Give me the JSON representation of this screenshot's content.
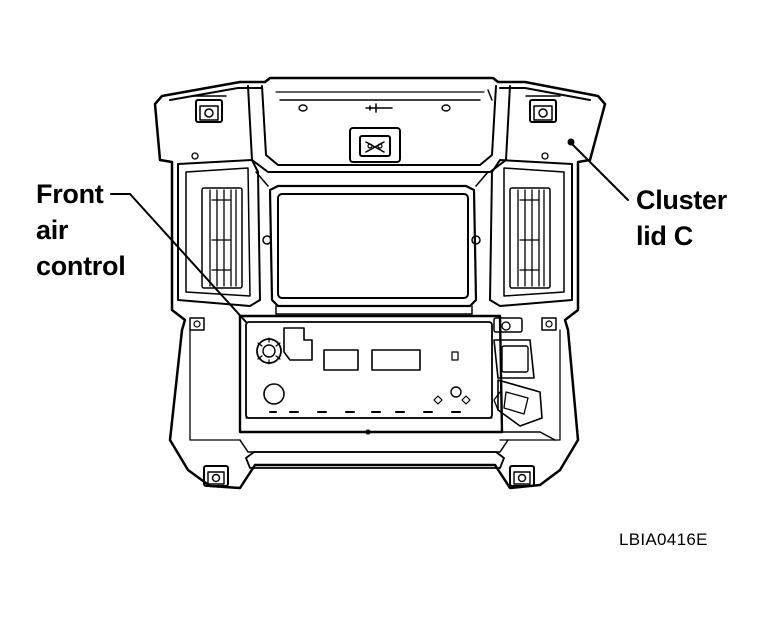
{
  "labels": {
    "front_air_control": [
      "Front",
      "air",
      "control"
    ],
    "cluster_lid_c": [
      "Cluster",
      "lid C"
    ],
    "figure_code": "LBIA0416E"
  },
  "colors": {
    "ink": "#000000",
    "paper": "#ffffff"
  }
}
